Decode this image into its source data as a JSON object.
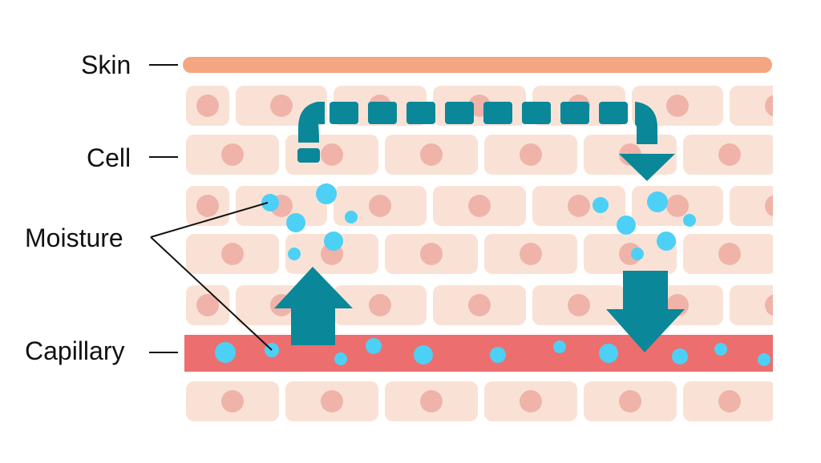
{
  "labels": {
    "skin": "Skin",
    "cell": "Cell",
    "moisture": "Moisture",
    "capillary": "Capillary"
  },
  "colors": {
    "skin": "#F4A582",
    "cell_body": "#F9E2D5",
    "cell_nucleus": "#EFB3AA",
    "capillary": "#EC6E6E",
    "moisture": "#4DD0F5",
    "arrow": "#0A8799",
    "line": "#111111"
  },
  "icons": {
    "up_arrow": "arrow-up-icon",
    "down_arrow": "arrow-down-icon",
    "flow_path": "dashed-flow-arrow-icon"
  }
}
